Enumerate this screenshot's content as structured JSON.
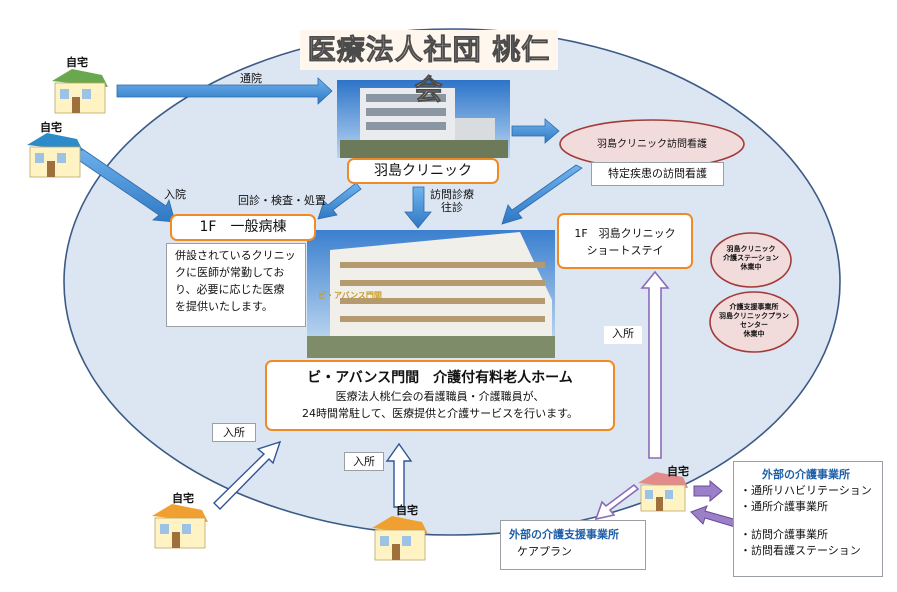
{
  "title": "医療法人社団 桃仁会",
  "clinic_label": "羽島クリニック",
  "visiting_nursing_oval": "羽島クリニック訪問看護",
  "specific_disease_box": "特定疾患の訪問看護",
  "ward_box": "1F　一般病棟",
  "ward_desc": [
    "併設されているクリニッ",
    "クに医師が常勤してお",
    "り、必要に応じた医療",
    "を提供いたします。"
  ],
  "shortstay_box": [
    "1F　羽島クリニック",
    "ショートステイ"
  ],
  "home_box": {
    "title": "ビ・アバンス門間　介護付有料老人ホーム",
    "line1": "医療法人桃仁会の看護職員・介護職員が、",
    "line2": "24時間常駐して、医療提供と介護サービスを行います。"
  },
  "home_labels": {
    "h1": "自宅",
    "h2": "自宅",
    "h3": "自宅",
    "h4": "自宅",
    "h5": "自宅"
  },
  "arrow_labels": {
    "tsuin": "通院",
    "nyuin": "入院",
    "kaishin": "回診・検査・処置",
    "homon": [
      "訪問診療",
      "往診"
    ],
    "nyusho_right": "入所",
    "nyusho_left": "入所",
    "nyusho_center": "入所"
  },
  "small_oval_1": [
    "羽島クリニック",
    "介護ステーション",
    "休業中"
  ],
  "small_oval_2": [
    "介護支援事業所",
    "羽島クリニックプラン",
    "センター",
    "休業中"
  ],
  "care_support_box": {
    "title": "外部の介護支援事業所",
    "sub": "ケアプラン"
  },
  "external_services": {
    "title": "外部の介護事業所",
    "items": [
      "・通所リハビリテーション",
      "・通所介護事業所",
      "・訪問介護事業所",
      "・訪問看護ステーション"
    ]
  },
  "photo_sign": "ビ・アバンス門間",
  "colors": {
    "ellipse_fill": "#dce6f2",
    "ellipse_stroke": "#3b5a85",
    "blue_arrow": "#3a8ad6",
    "orange": "#f08a24",
    "oval_fill": "#f2dcdb",
    "oval_stroke": "#a33a3a",
    "purple": "#8a6bb8",
    "ext_title": "#1f5fa8"
  }
}
